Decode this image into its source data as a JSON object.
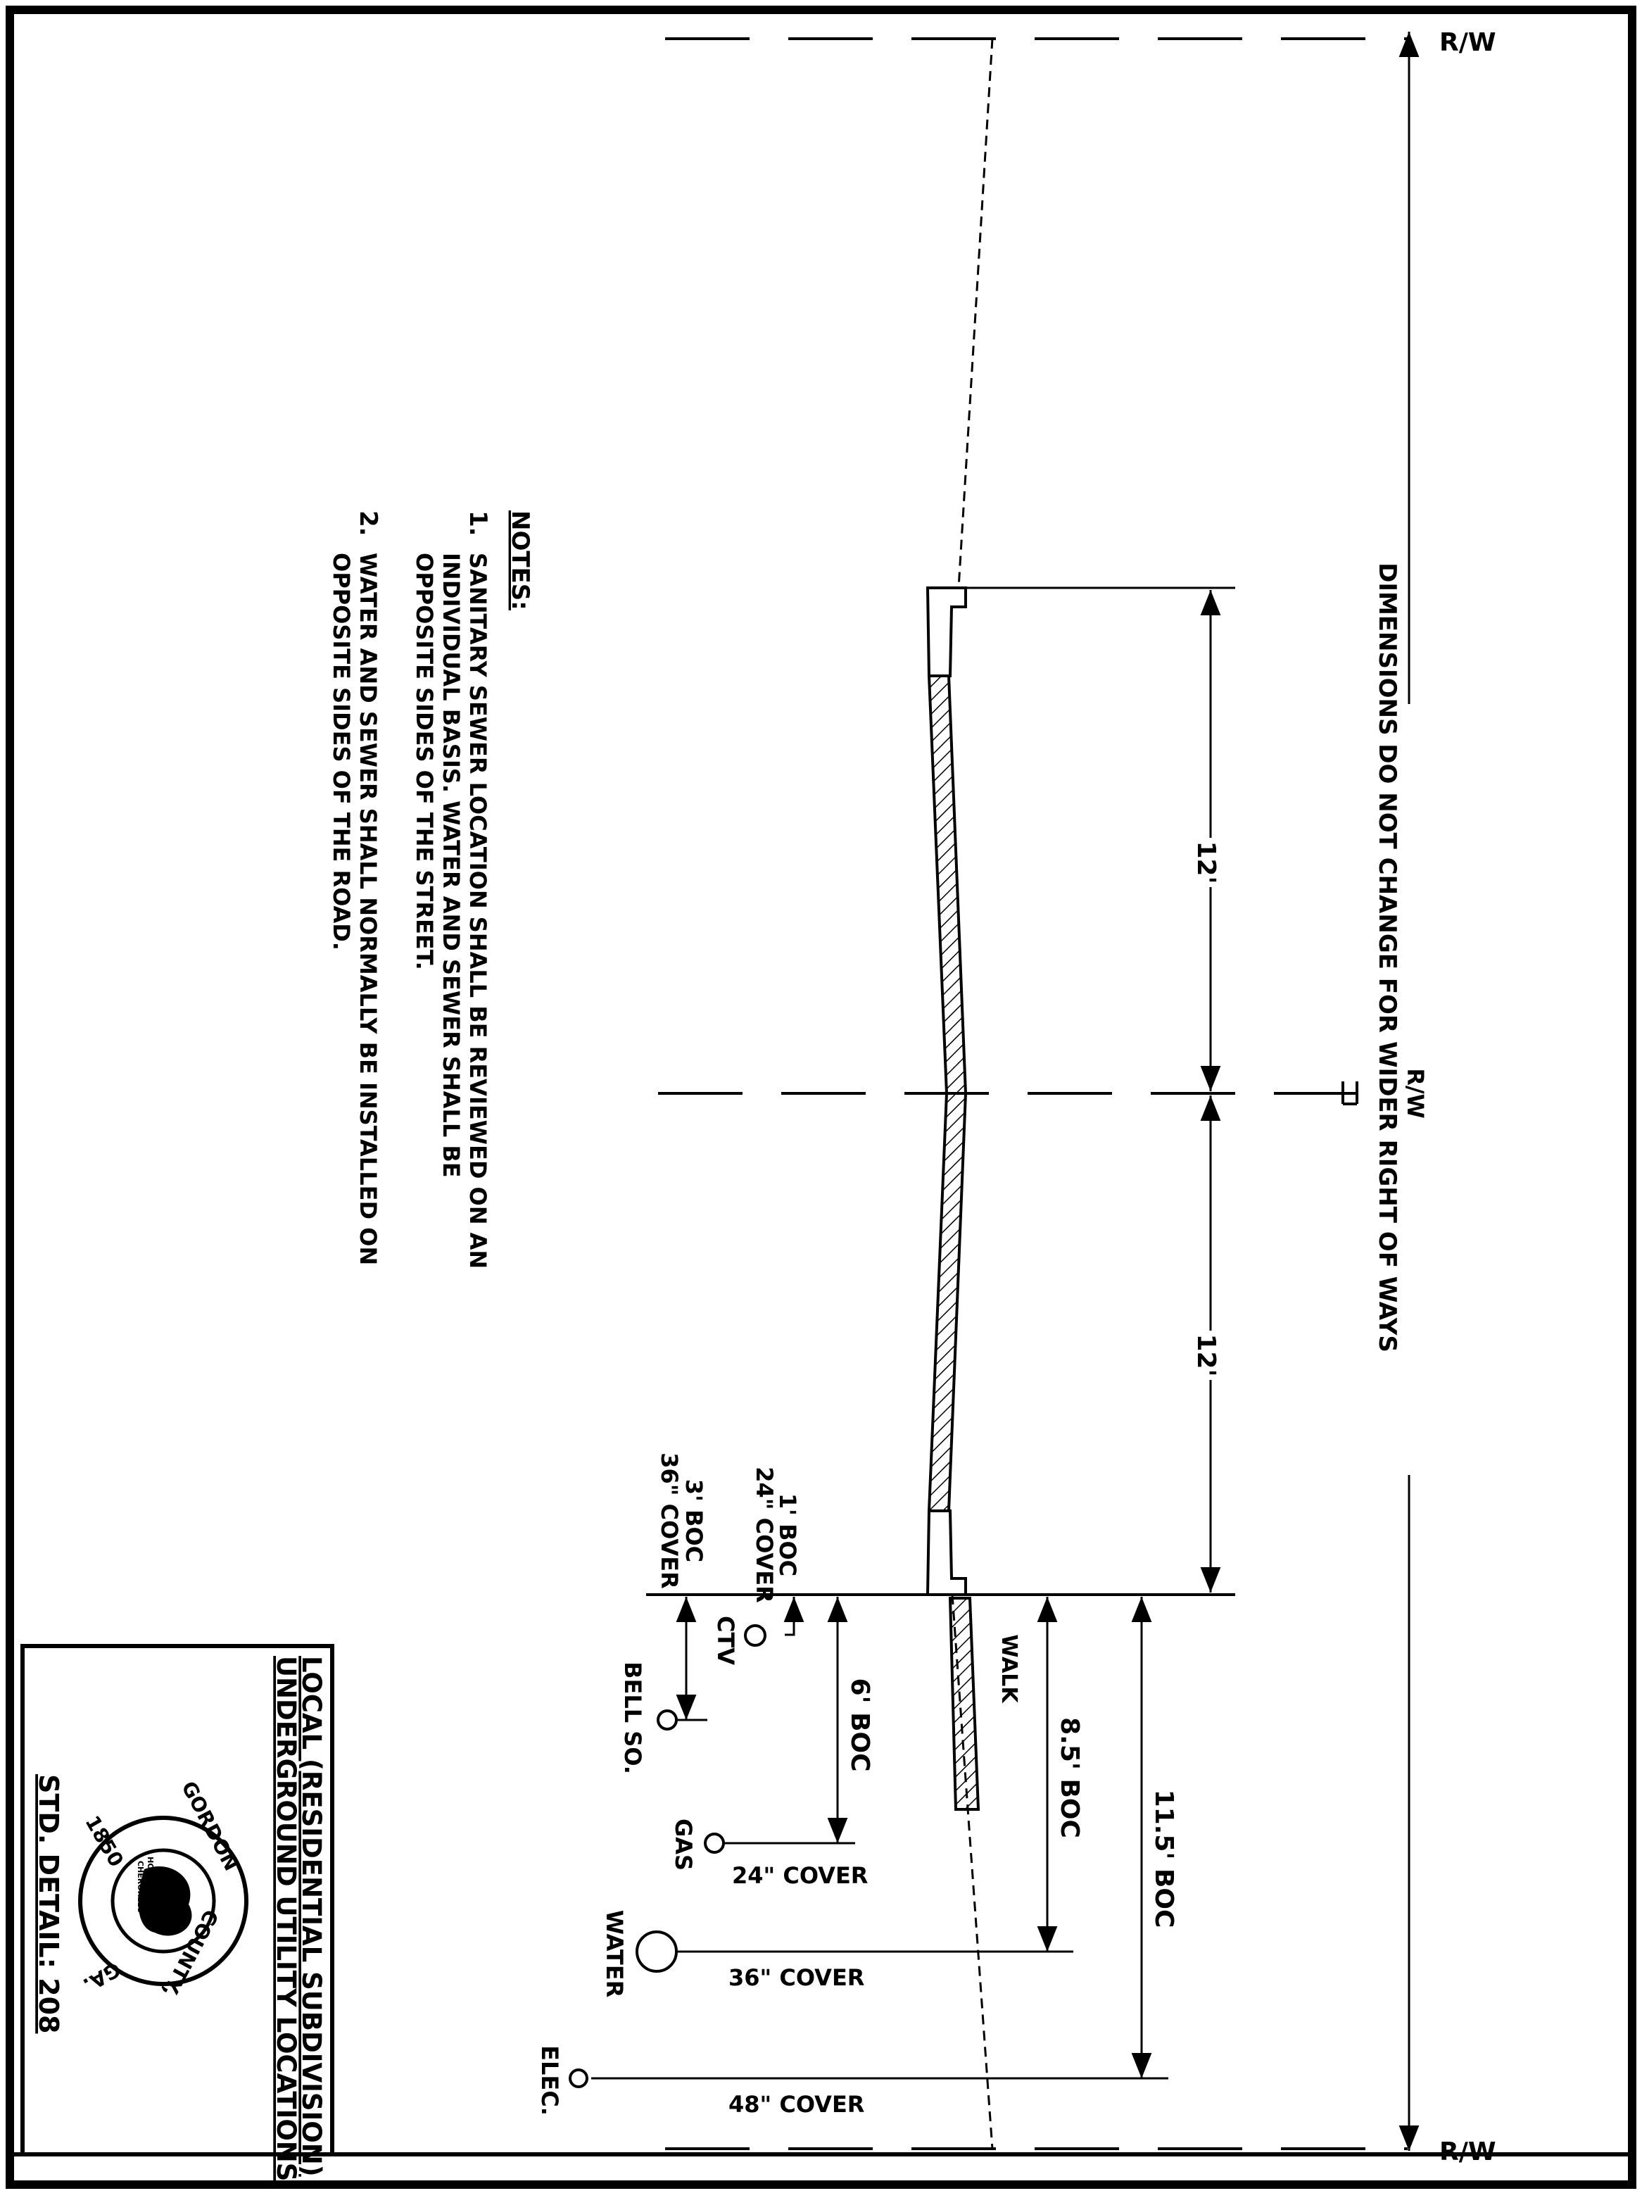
{
  "drawing": {
    "row_label": "R/W",
    "row_label_top": "R/W",
    "row_label_bottom": "R/W",
    "dimension_note": "DIMENSIONS DO NOT CHANGE FOR WIDER RIGHT OF WAYS",
    "centerline_label": "R/W",
    "lane_width_upper": "12'",
    "lane_width_lower": "12'",
    "walk_label": "WALK",
    "boc_11_5": "11.5' BOC",
    "boc_8_5": "8.5' BOC",
    "boc_6": "6' BOC",
    "ctv_offset_line1": "1' BOC",
    "ctv_offset_line2": "24\" COVER",
    "bell_offset_line1": "3' BOC",
    "bell_offset_line2": "36\" COVER",
    "ctv_label": "CTV",
    "bell_label": "BELL SO.",
    "gas_label": "GAS",
    "gas_cover": "24\" COVER",
    "water_label": "WATER",
    "water_cover": "36\" COVER",
    "elec_label": "ELEC.",
    "elec_cover": "48\" COVER"
  },
  "notes": {
    "heading": "NOTES:",
    "note1_num": "1.",
    "note1_lines": [
      "SANITARY SEWER LOCATION SHALL BE REVIEWED ON AN",
      "INDIVIDUAL BASIS. WATER AND SEWER SHALL BE",
      "OPPOSITE SIDES OF THE STREET."
    ],
    "note2_num": "2.",
    "note2_lines": [
      "WATER AND SEWER SHALL NORMALLY BE INSTALLED ON",
      "OPPOSITE SIDES OF THE ROAD."
    ]
  },
  "title_block": {
    "title_line1": "LOCAL (RESIDENTIAL SUBDIVISION)",
    "title_line2": "UNDERGROUND UTILITY LOCATIONS",
    "detail": "STD. DETAIL: 208",
    "seal_top": "GORDON COUNTY, GA.",
    "seal_year": "1850",
    "seal_inner": "HOME OF THE CHEROKEES"
  }
}
